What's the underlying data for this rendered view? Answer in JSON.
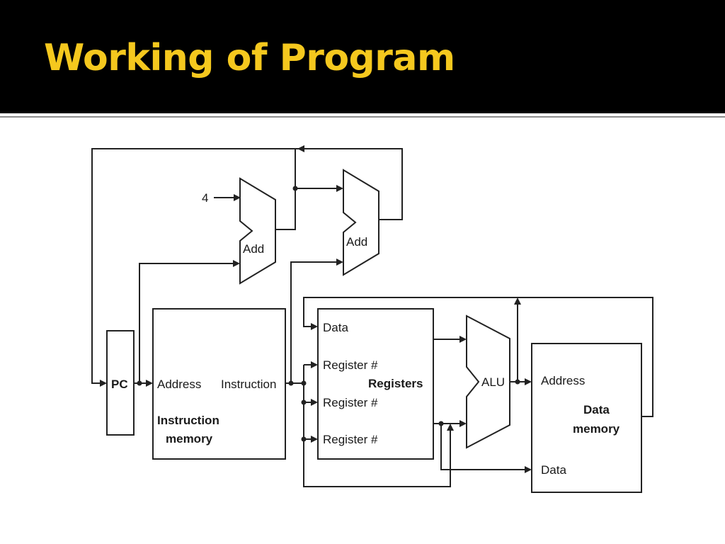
{
  "slide": {
    "title": "Working of Program"
  },
  "diagram": {
    "constant_four": "4",
    "pc": "PC",
    "adder_1": "Add",
    "adder_2": "Add",
    "instruction_memory": {
      "address_port": "Address",
      "instruction_port": "Instruction",
      "name_line1": "Instruction",
      "name_line2": "memory"
    },
    "registers": {
      "data_port": "Data",
      "register_port_1": "Register #",
      "register_port_2": "Register #",
      "register_port_3": "Register #",
      "name": "Registers"
    },
    "alu": "ALU",
    "data_memory": {
      "address_port": "Address",
      "data_port": "Data",
      "name_line1": "Data",
      "name_line2": "memory"
    }
  },
  "colors": {
    "title_bar": "#000000",
    "title_text": "#f5c81e",
    "line": "#222222"
  }
}
